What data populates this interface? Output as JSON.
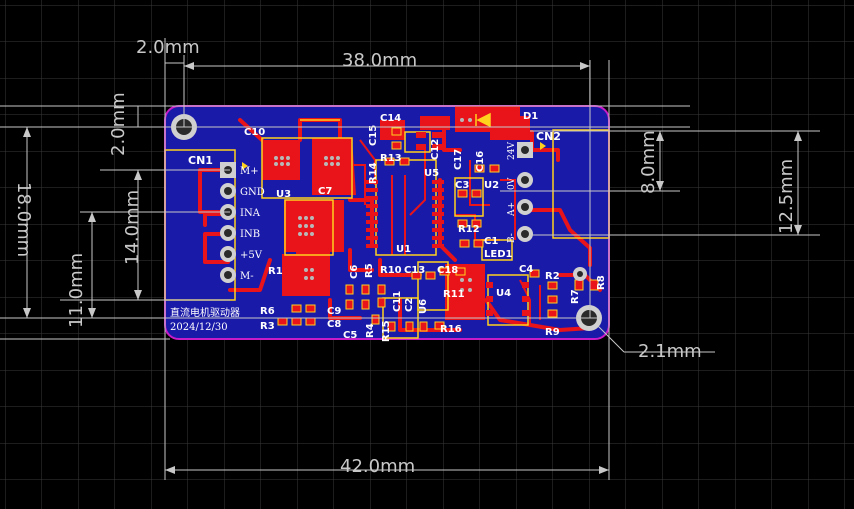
{
  "board": {
    "title_cn": "直流电机驱动器",
    "date": "2024/12/30",
    "colors": {
      "background": "#000000",
      "grid": "#3a3a3a",
      "board_fill": "#1a1aa8",
      "board_outline": "#c81cc8",
      "top_copper": "#e8141a",
      "silkscreen": "#ffd21e",
      "pad": "#b8b8b8",
      "dimension": "#c8c8c8"
    }
  },
  "dimensions": {
    "top_2mm": "2.0mm",
    "top_38mm": "38.0mm",
    "left_2mm": "2.0mm",
    "left_18mm": "18.0mm",
    "left_14mm": "14.0mm",
    "left_11mm": "11.0mm",
    "right_8mm": "8.0mm",
    "right_12_5mm": "12.5mm",
    "hole_2_1mm": "2.1mm",
    "bottom_42mm": "42.0mm"
  },
  "connectors": {
    "cn1": {
      "label": "CN1",
      "pins": [
        "M+",
        "GND",
        "INA",
        "INB",
        "+5V",
        "M-"
      ]
    },
    "cn2": {
      "label": "CN2",
      "pins": [
        "24V",
        "0V",
        "A+",
        "B-"
      ]
    }
  },
  "components": {
    "C10": "C10",
    "U3": "U3",
    "C7": "C7",
    "R1": "R1",
    "C14": "C14",
    "C15": "C15",
    "R13": "R13",
    "R14": "R14",
    "U5": "U5",
    "U1": "U1",
    "C17": "C17",
    "C16": "C16",
    "C12": "C12",
    "C3": "C3",
    "U2": "U2",
    "R12": "R12",
    "C1": "C1",
    "LED1": "LED1",
    "D1": "D1",
    "C4": "C4",
    "R2": "R2",
    "R7": "R7",
    "R8": "R8",
    "U4": "U4",
    "R9": "R9",
    "R10": "R10",
    "C13": "C13",
    "C18": "C18",
    "R11": "R11",
    "C6": "C6",
    "R5": "R5",
    "C11": "C11",
    "C2": "C2",
    "R15": "R15",
    "R4": "R4",
    "U6": "U6",
    "R16": "R16",
    "R6": "R6",
    "R3": "R3",
    "C9": "C9",
    "C8": "C8",
    "C5": "C5"
  }
}
